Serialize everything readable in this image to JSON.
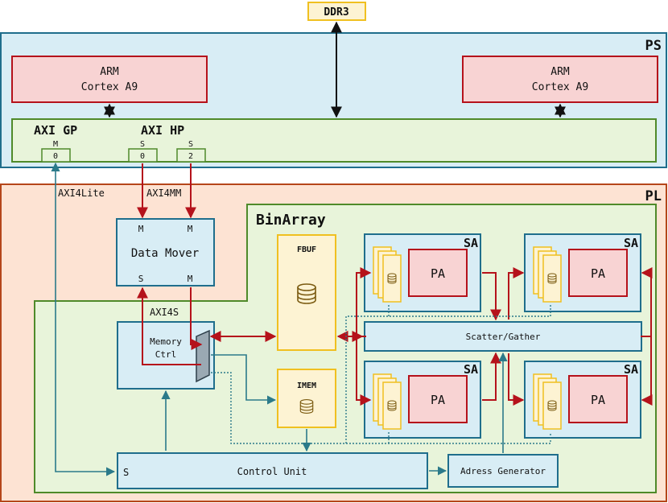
{
  "ddr": "DDR3",
  "ps": {
    "label": "PS",
    "arm_left": {
      "line1": "ARM",
      "line2": "Cortex A9"
    },
    "arm_right": {
      "line1": "ARM",
      "line2": "Cortex A9"
    },
    "axi_gp": "AXI GP",
    "axi_hp": "AXI HP",
    "ports": [
      {
        "role": "M",
        "num": "0"
      },
      {
        "role": "S",
        "num": "0"
      },
      {
        "role": "S",
        "num": "2"
      }
    ]
  },
  "pl": {
    "label": "PL",
    "axi4lite": "AXI4Lite",
    "axi4mm": "AXI4MM",
    "axi4s": "AXI4S",
    "data_mover": {
      "title": "Data Mover",
      "m1": "M",
      "m2": "M",
      "s": "S",
      "m3": "M"
    },
    "binarray": "BinArray",
    "memory_ctrl": {
      "line1": "Memory",
      "line2": "Ctrl"
    },
    "fbuf": "FBUF",
    "imem": "IMEM",
    "scatter_gather": "Scatter/Gather",
    "sa_units": [
      {
        "sa": "SA",
        "pa": "PA"
      },
      {
        "sa": "SA",
        "pa": "PA"
      },
      {
        "sa": "SA",
        "pa": "PA"
      },
      {
        "sa": "SA",
        "pa": "PA"
      }
    ],
    "control_unit": "Control Unit",
    "control_s": "S",
    "address_generator": "Adress Generator"
  },
  "colors": {
    "ps_fill": "#d8edf5",
    "ps_stroke": "#1f6e8c",
    "pl_fill": "#fde3d3",
    "pl_stroke": "#b5461a",
    "green_fill": "#e8f4da",
    "green_stroke": "#4f8a2a",
    "arm_fill": "#f8d3d3",
    "arm_stroke": "#b5121b",
    "mem_fill": "#fdf3d3",
    "mem_stroke": "#f0c020",
    "red_arrow": "#b5121b",
    "teal_arrow": "#2b7a8a"
  }
}
